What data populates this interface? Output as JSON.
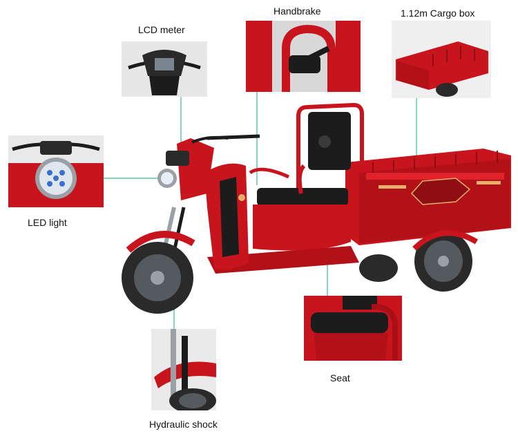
{
  "callouts": {
    "lcd_meter": "LCD meter",
    "handbrake": "Handbrake",
    "cargo_box": "1.12m Cargo box",
    "led_light": "LED light",
    "seat": "Seat",
    "hydraulic_shock": "Hydraulic shock"
  },
  "colors": {
    "body_red": "#c8141c",
    "dark_red": "#8e0e12",
    "tire": "#2a2a2a",
    "rim": "#555a5e",
    "leader_line": "#2fbf8a",
    "chrome": "#9aa0a6"
  },
  "icons": {
    "product": "electric-cargo-tricycle"
  }
}
